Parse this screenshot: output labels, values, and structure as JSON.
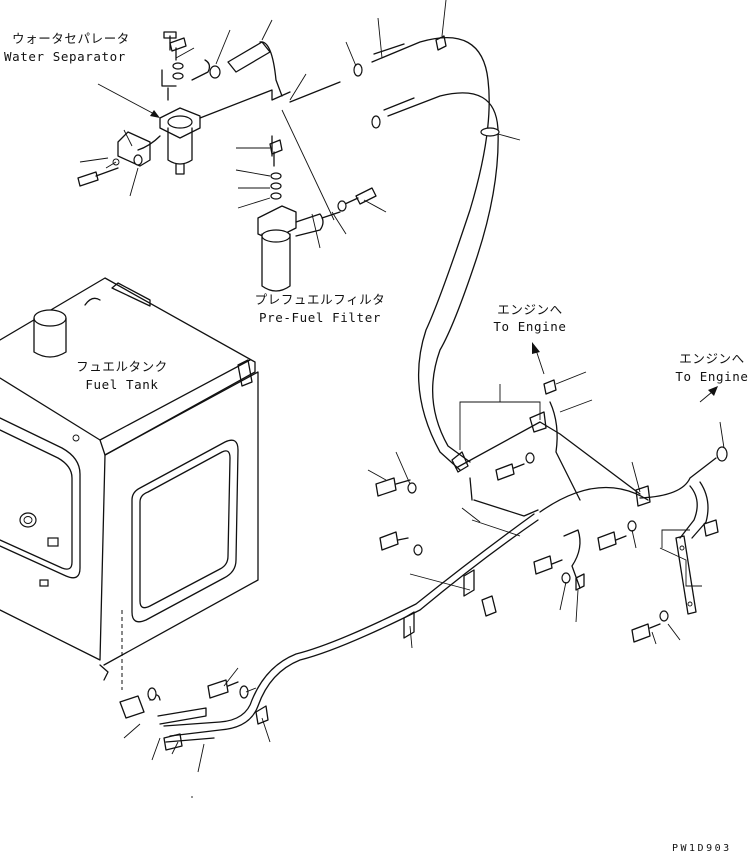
{
  "labels": {
    "water_separator_jp": "ウォータセパレータ",
    "water_separator_en": "Water Separator",
    "pre_fuel_filter_jp": "プレフュエルフィルタ",
    "pre_fuel_filter_en": "Pre-Fuel Filter",
    "fuel_tank_jp": "フュエルタンク",
    "fuel_tank_en": "Fuel Tank",
    "to_engine_1_jp": "エンジンへ",
    "to_engine_1_en": "To Engine",
    "to_engine_2_jp": "エンジンへ",
    "to_engine_2_en": "To Engine"
  },
  "drawing_code": "PW1D903",
  "colors": {
    "line": "#111111",
    "background": "#ffffff"
  }
}
